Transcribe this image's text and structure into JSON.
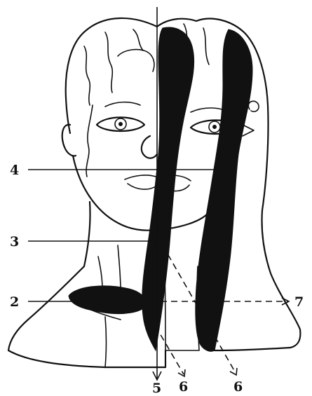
{
  "figure": {
    "ink_color": "#111111",
    "background_color": "#ffffff",
    "labels": {
      "callout_2": "2",
      "callout_3": "3",
      "callout_4": "4",
      "callout_5": "5",
      "callout_6_left": "6",
      "callout_6_right": "6",
      "callout_7": "7"
    }
  }
}
